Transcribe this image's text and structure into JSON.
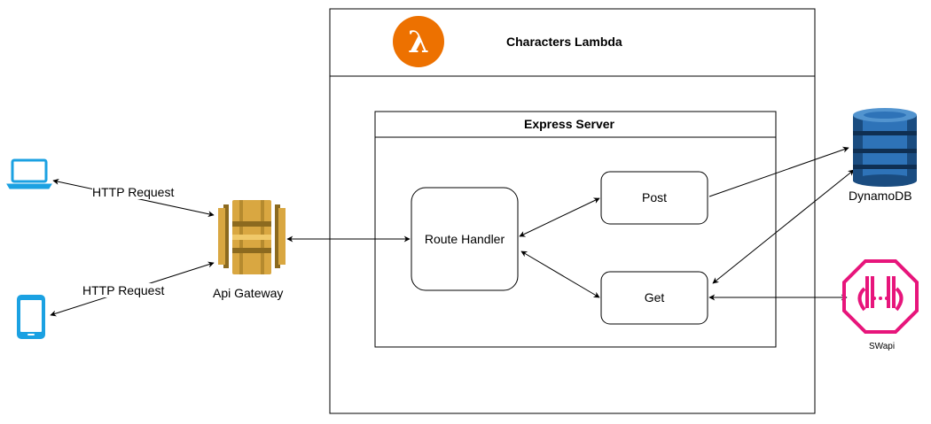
{
  "lambda": {
    "title": "Characters Lambda"
  },
  "express": {
    "title": "Express Server"
  },
  "nodes": {
    "route_handler": "Route Handler",
    "post": "Post",
    "get": "Get",
    "api_gateway": "Api Gateway",
    "dynamodb": "DynamoDB",
    "swapi": "SWapi"
  },
  "edges": {
    "laptop_label": "HTTP Request",
    "phone_label": "HTTP Request"
  },
  "colors": {
    "lambda_orange": "#ED7100",
    "gateway_gold": "#D9A741",
    "gateway_dark": "#8C6A1F",
    "dynamo_blue": "#2E73B8",
    "dynamo_dark": "#1A4C80",
    "swapi_pink": "#E7157B",
    "device_blue": "#1BA1E2"
  }
}
